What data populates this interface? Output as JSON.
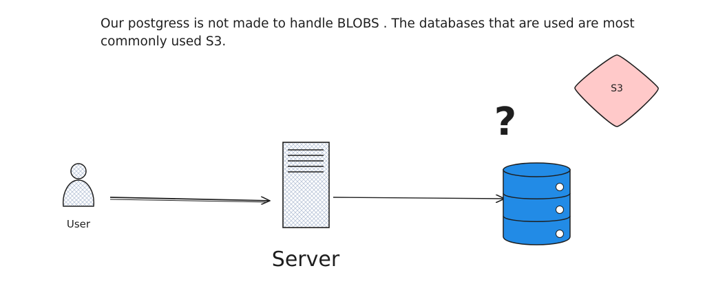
{
  "note": {
    "line1": "Our postgress is not made to handle BLOBS . The databases that are used are most",
    "line2": "commonly used S3."
  },
  "nodes": {
    "user": {
      "label": "User"
    },
    "server": {
      "label": "Server"
    },
    "s3": {
      "label": "S3",
      "fill": "#ffc9c9"
    },
    "database": {
      "fill": "#228be6"
    },
    "question": {
      "label": "?"
    }
  },
  "colors": {
    "stroke": "#1e1e1e",
    "hatch": "#b8c4d8"
  }
}
